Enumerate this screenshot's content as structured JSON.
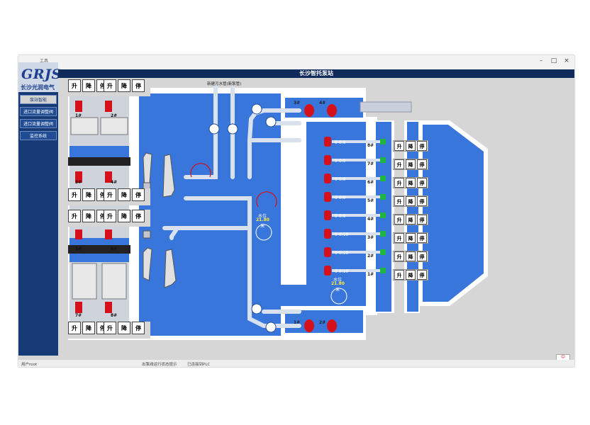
{
  "window": {
    "app_label": "工具",
    "title": "长沙智托泵站",
    "controls": {
      "minimize": "–",
      "maximize": "□",
      "close": "×"
    }
  },
  "logo": {
    "main": "GRJS",
    "sub": "长沙光润电气"
  },
  "sidebar": {
    "items": [
      {
        "label": "泵站智能"
      },
      {
        "label": "进口流量调整阀"
      },
      {
        "label": "进口流量调整阀"
      },
      {
        "label": "监控系统"
      }
    ]
  },
  "controls_label": {
    "up": "升",
    "down": "降",
    "stop": "停"
  },
  "left_numbers": {
    "g1": "1#",
    "g2": "2#",
    "g3": "3#",
    "g4": "4#",
    "g5": "5#",
    "g6": "6#",
    "g7": "7#",
    "g8": "8#"
  },
  "pipe_label": "新建污水管(新泵管)",
  "level1": {
    "title": "水位",
    "value": "21.80",
    "unit": "米"
  },
  "level2": {
    "title": "水位",
    "value": "21.80",
    "unit": "米"
  },
  "top_pumps": {
    "p3": "3#",
    "p4": "4#"
  },
  "bottom_pumps": {
    "p1": "1#",
    "p2": "2#"
  },
  "wet_pumps": [
    {
      "label": "8#",
      "value": "0 0:0"
    },
    {
      "label": "7#",
      "value": "0 0:0"
    },
    {
      "label": "6#",
      "value": "0 0:0"
    },
    {
      "label": "5#",
      "value": "0 0:0"
    },
    {
      "label": "4#",
      "value": "0 0:0"
    },
    {
      "label": "3#",
      "value": "0 0:10"
    },
    {
      "label": "2#",
      "value": "0 0:10"
    },
    {
      "label": "1#",
      "value": "0 0:10"
    }
  ],
  "statusbar": {
    "left": "用户root",
    "mid1": "出泵阀运行状态提示",
    "mid2": "已连接到PLC"
  },
  "ime": "中",
  "colors": {
    "water": "#3876dc",
    "sidebar": "#163a76",
    "pipe": "#d9e1ee",
    "pump": "#d6101a",
    "valve_green": "#1fb63f"
  }
}
